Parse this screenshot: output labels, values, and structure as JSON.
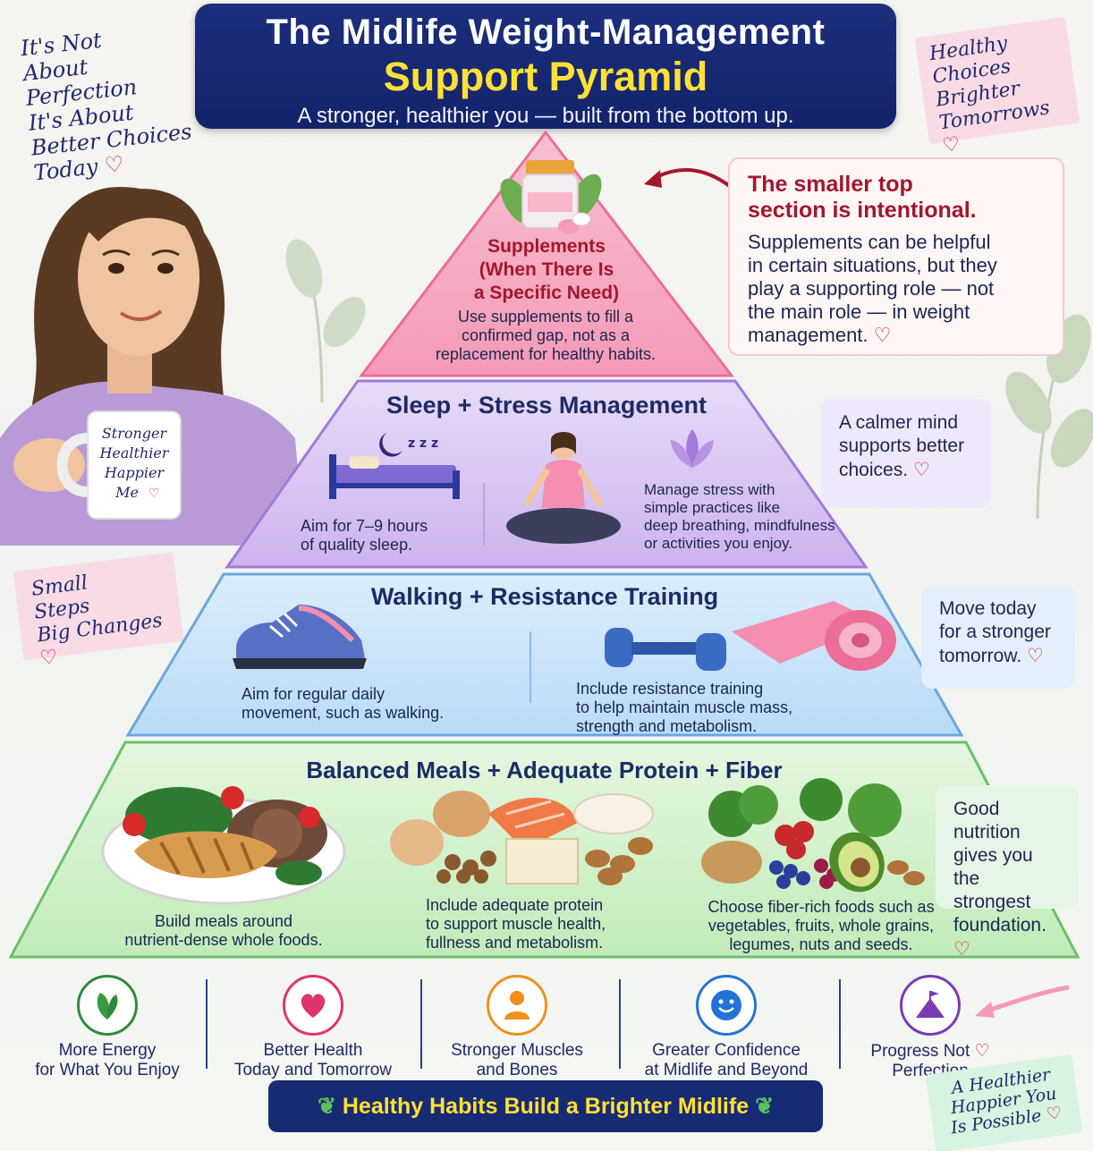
{
  "header": {
    "line1": "The Midlife Weight-Management",
    "line2": "Support Pyramid",
    "subtitle": "A stronger, healthier you — built from the bottom up."
  },
  "notes": {
    "top_left": [
      "It's Not",
      "About Perfection",
      "It's About",
      "Better Choices",
      "Today"
    ],
    "top_right": [
      "Healthy",
      "Choices",
      "Brighter",
      "Tomorrows"
    ],
    "small_steps": [
      "Small",
      "Steps",
      "Big Changes"
    ],
    "bottom_right": [
      "A Healthier",
      "Happier You",
      "Is Possible"
    ]
  },
  "mug": [
    "Stronger",
    "Healthier",
    "Happier",
    "Me"
  ],
  "pyramid": {
    "supplements": {
      "title": [
        "Supplements",
        "(When There Is",
        "a Specific Need)"
      ],
      "desc": [
        "Use supplements to fill a",
        "confirmed gap, not as a",
        "replacement for healthy habits."
      ]
    },
    "sleep": {
      "title": "Sleep + Stress Management",
      "sleep_text": [
        "Aim for 7–9 hours",
        "of quality sleep."
      ],
      "stress_text": [
        "Manage stress with",
        "simple practices like",
        "deep breathing, mindfulness",
        "or activities you enjoy."
      ]
    },
    "movement": {
      "title": "Walking + Resistance Training",
      "walk_text": [
        "Aim for regular daily",
        "movement, such as walking."
      ],
      "resist_text": [
        "Include resistance training",
        "to help maintain muscle mass,",
        "strength and metabolism."
      ]
    },
    "nutrition": {
      "title": "Balanced Meals + Adequate Protein + Fiber",
      "meals_text": [
        "Build meals around",
        "nutrient-dense whole foods."
      ],
      "protein_text": [
        "Include adequate protein",
        "to support muscle health,",
        "fullness and metabolism."
      ],
      "fiber_text": [
        "Choose fiber-rich foods such as",
        "vegetables, fruits, whole grains,",
        "legumes, nuts and seeds."
      ]
    }
  },
  "callouts": {
    "top_heading": [
      "The smaller top",
      "section is intentional."
    ],
    "top_body": [
      "Supplements can be helpful",
      "in certain situations, but they",
      "play a supporting role — not",
      "the main role — in weight",
      "management."
    ],
    "sleep": [
      "A calmer mind",
      "supports better",
      "choices."
    ],
    "move": [
      "Move today",
      "for a stronger",
      "tomorrow."
    ],
    "food": [
      "Good nutrition",
      "gives you the",
      "strongest",
      "foundation."
    ]
  },
  "benefits": [
    {
      "lines": [
        "More Energy",
        "for What You Enjoy"
      ],
      "icon": "leaf-icon",
      "color": "#2e8b3a"
    },
    {
      "lines": [
        "Better Health",
        "Today and Tomorrow"
      ],
      "icon": "heart-icon",
      "color": "#e0336d"
    },
    {
      "lines": [
        "Stronger Muscles",
        "and Bones"
      ],
      "icon": "person-icon",
      "color": "#f0901a"
    },
    {
      "lines": [
        "Greater Confidence",
        "at Midlife and Beyond"
      ],
      "icon": "smile-icon",
      "color": "#2273d6"
    },
    {
      "lines": [
        "Progress Not",
        "Perfection"
      ],
      "icon": "flag-mountain-icon",
      "color": "#7b3bb5"
    }
  ],
  "banner": "Healthy Habits Build a Brighter Midlife",
  "colors": {
    "navy": "#172a74",
    "yellow": "#ffe135",
    "tier_pink": "#f7a9c1",
    "tier_purple": "#d8c3f2",
    "tier_blue": "#c6e1f8",
    "tier_green": "#cdeec7",
    "heart": "#d4183a"
  }
}
